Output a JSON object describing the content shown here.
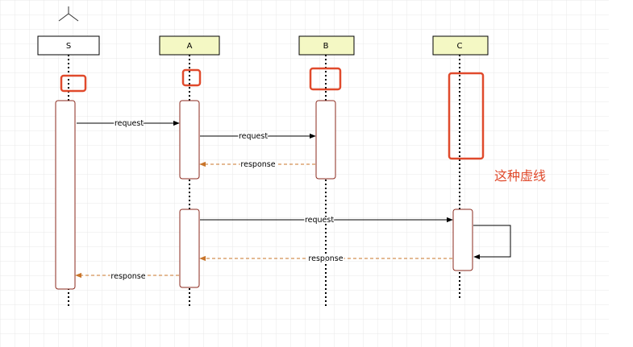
{
  "participants": [
    {
      "id": "S",
      "label": "S",
      "fill": "#ffffff"
    },
    {
      "id": "A",
      "label": "A",
      "fill": "#f4f8c4"
    },
    {
      "id": "B",
      "label": "B",
      "fill": "#f4f8c4"
    },
    {
      "id": "C",
      "label": "C",
      "fill": "#f4f8c4"
    }
  ],
  "messages": [
    {
      "from": "S",
      "to": "A",
      "label": "request",
      "style": "solid"
    },
    {
      "from": "A",
      "to": "B",
      "label": "request",
      "style": "solid"
    },
    {
      "from": "B",
      "to": "A",
      "label": "response",
      "style": "dashed"
    },
    {
      "from": "A",
      "to": "C",
      "label": "request",
      "style": "solid"
    },
    {
      "from": "C",
      "to": "A",
      "label": "response",
      "style": "dashed"
    },
    {
      "from": "A",
      "to": "S",
      "label": "response",
      "style": "dashed"
    }
  ],
  "annotation": {
    "text": "这种虚线"
  },
  "colors": {
    "grid": "#e8e8e8",
    "highlight": "#e04a2c",
    "response": "#c8742a",
    "line": "#000000"
  }
}
